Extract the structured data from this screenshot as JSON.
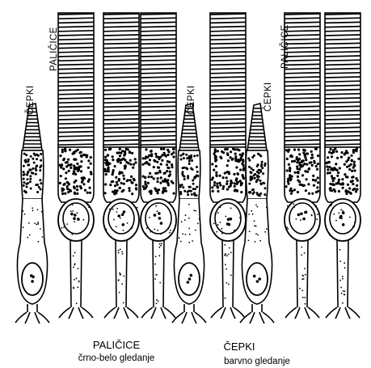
{
  "labels": {
    "rod_vertical_1": "PALIČICE",
    "rod_vertical_2": "PALIČICE",
    "cone_vertical_1": "ČEPKI",
    "cone_vertical_2": "ČEPKI",
    "cone_vertical_3": "ČEPKI"
  },
  "captions": {
    "rods_title": "PALIČICE",
    "rods_subtitle": "črno-belo gledanje",
    "cones_title": "ČEPKI",
    "cones_subtitle": "barvno gledanje"
  },
  "cells": [
    {
      "type": "cone"
    },
    {
      "type": "rod"
    },
    {
      "type": "rod"
    },
    {
      "type": "rod"
    },
    {
      "type": "cone"
    },
    {
      "type": "rod"
    },
    {
      "type": "cone"
    },
    {
      "type": "rod"
    },
    {
      "type": "rod"
    }
  ]
}
